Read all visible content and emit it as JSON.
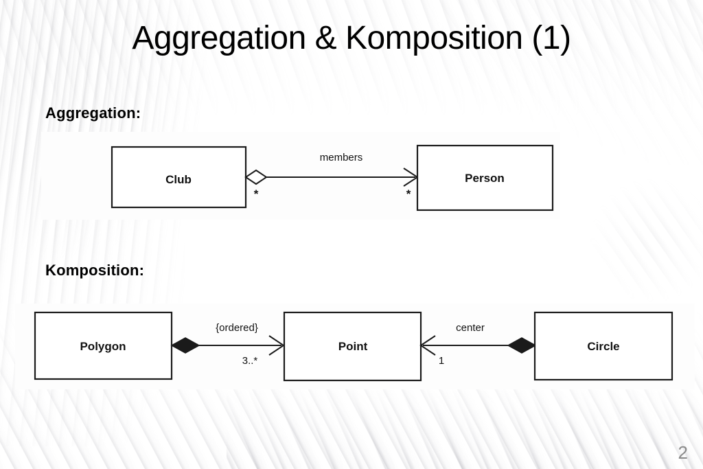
{
  "slide": {
    "title": "Aggregation & Komposition (1)",
    "page_number": "2",
    "page_number_color": "#8a8a8a",
    "background_color": "#ffffff",
    "text_color": "#000000"
  },
  "sections": [
    {
      "heading": "Aggregation:",
      "diagram": {
        "id": "aggregation-diagram",
        "kind": "uml-class-diagram",
        "classes": [
          {
            "name": "Club"
          },
          {
            "name": "Person"
          }
        ],
        "relationship": {
          "type": "aggregation",
          "diamond": "hollow",
          "diamond_end": "Club",
          "arrow_end": "Person",
          "arrow_style": "open",
          "label": "members",
          "source_multiplicity": "*",
          "target_multiplicity": "*"
        }
      }
    },
    {
      "heading": "Komposition:",
      "diagram": {
        "id": "komposition-diagram",
        "kind": "uml-class-diagram",
        "classes": [
          {
            "name": "Polygon"
          },
          {
            "name": "Point"
          },
          {
            "name": "Circle"
          }
        ],
        "relationships": [
          {
            "type": "composition",
            "diamond": "filled",
            "diamond_end": "Polygon",
            "arrow_end": "Point",
            "arrow_style": "open",
            "label": "{ordered}",
            "target_multiplicity": "3..*"
          },
          {
            "type": "composition",
            "diamond": "filled",
            "diamond_end": "Circle",
            "arrow_end": "Point",
            "arrow_style": "open",
            "label": "center",
            "target_multiplicity": "1"
          }
        ]
      }
    }
  ],
  "labels": {
    "club": "Club",
    "person": "Person",
    "members": "members",
    "star_source": "*",
    "star_target": "*",
    "polygon": "Polygon",
    "point": "Point",
    "circle": "Circle",
    "ordered": "{ordered}",
    "three_to_many": "3..*",
    "center": "center",
    "one": "1"
  }
}
